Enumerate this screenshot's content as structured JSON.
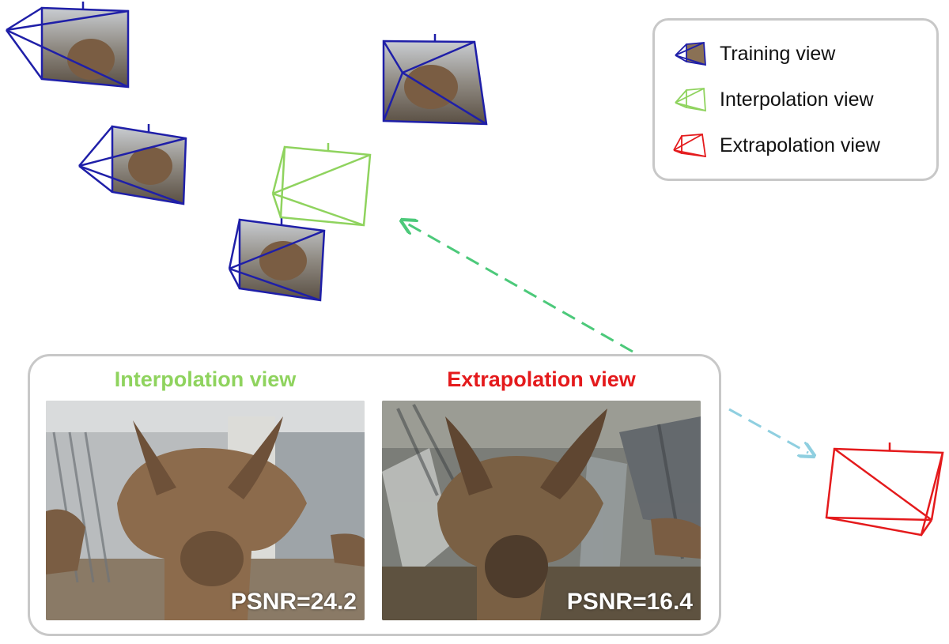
{
  "legend": {
    "items": [
      {
        "label": "Training view",
        "color": "#1f1fa8"
      },
      {
        "label": "Interpolation view",
        "color": "#8fd35e"
      },
      {
        "label": "Extrapolation view",
        "color": "#e41a1c"
      }
    ]
  },
  "panels": [
    {
      "title": "Interpolation view",
      "title_color": "#8fd35e",
      "metric": "PSNR=24.2"
    },
    {
      "title": "Extrapolation view",
      "title_color": "#e41a1c",
      "metric": "PSNR=16.4"
    }
  ],
  "arrows": {
    "interpolation_color": "#4cc97a",
    "extrapolation_color": "#8fcfe0"
  }
}
